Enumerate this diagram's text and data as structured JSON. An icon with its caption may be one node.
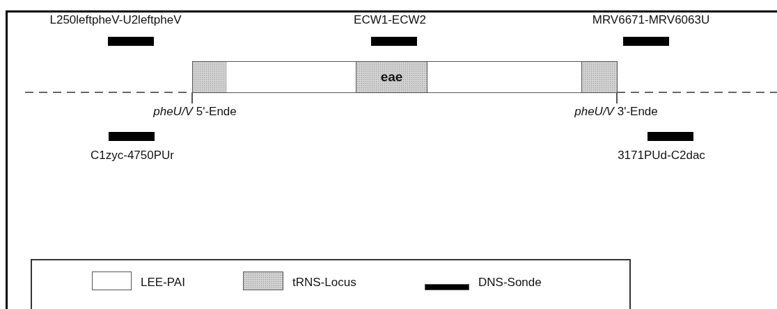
{
  "diagram": {
    "nodes": [
      {
        "text": [
          "L250leftpheV-U2leftpheV"
        ]
      },
      {
        "text": [
          "ECW1-ECW2"
        ]
      },
      {
        "text": [
          "MRV6671-MRV6063U"
        ]
      },
      {
        "text": [],
        "shape": "box"
      },
      {
        "text": [],
        "shape": "box"
      },
      {
        "text": [
          "eae"
        ],
        "in": 4
      },
      {
        "text": [],
        "shape": "box"
      },
      {
        "text": [
          "C1zyc-4750PUr"
        ]
      },
      {
        "text": [
          "3171PUd-C2dac"
        ]
      }
    ],
    "labels": [
      "*pheU/V* 5'-Ende",
      "*pheU/V* 3'-Ende"
    ],
    "legend": [
      {
        "text": "LEE-PAI",
        "color": "#ffffff"
      },
      {
        "text": "tRNS-Locus",
        "color": "#d0d0d0"
      },
      {
        "text": "DNS-Sonde",
        "color": "#000000"
      }
    ]
  }
}
